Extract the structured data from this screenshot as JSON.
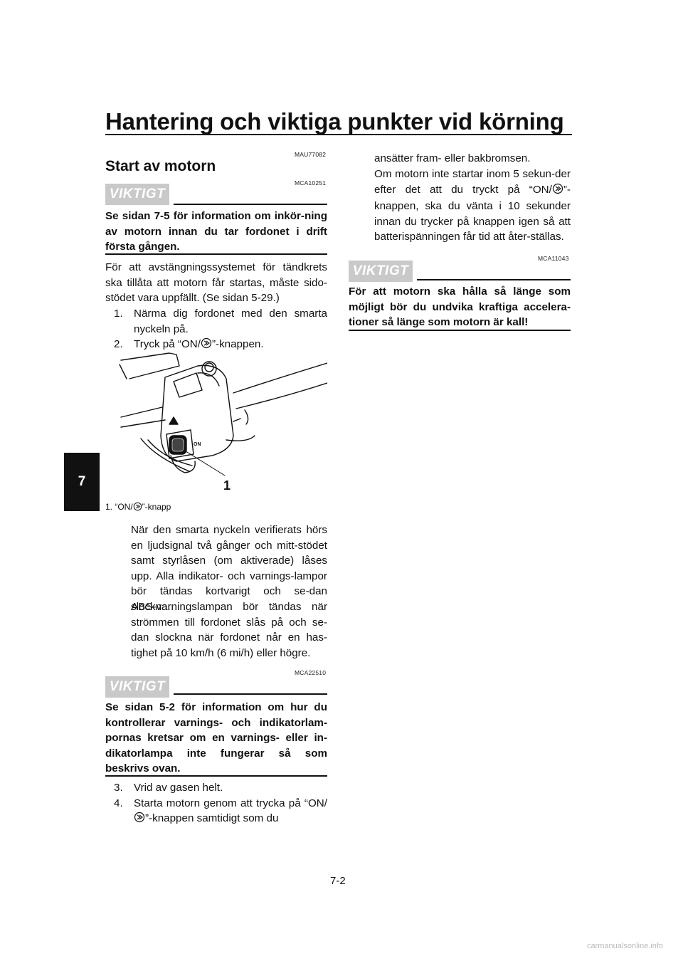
{
  "header": {
    "title": "Hantering och viktiga punkter vid körning",
    "chapter_tab": "7"
  },
  "left": {
    "code1": "MAU77082",
    "heading": "Start av motorn",
    "code2": "MCA10251",
    "notice1": {
      "badge": "VIKTIGT",
      "text": "Se sidan 7-5 för information om inkör-ning av motorn innan du tar fordonet i drift första gången."
    },
    "intro": "För att avstängningssystemet för tändkrets ska tillåta att motorn får startas, måste sido-stödet vara uppfällt. (Se sidan 5-29.)",
    "steps": [
      {
        "num": "1.",
        "text": "Närma dig fordonet med den smarta nyckeln på."
      },
      {
        "num": "2.",
        "pre": "Tryck på “ON/",
        "post": "”-knappen."
      }
    ],
    "figure": {
      "callout": "1",
      "caption_pre": "1. “ON/",
      "caption_post": "”-knapp",
      "button_label": "ON"
    },
    "para1": "När den smarta nyckeln verifierats hörs en ljudsignal två gånger och mitt-stödet samt styrlåsen (om aktiverade) låses upp. Alla indikator- och varnings-lampor bör tändas kortvarigt och se-dan slockna.",
    "para2": "ABS-varningslampan bör tändas när strömmen till fordonet slås på och se-dan slockna när fordonet når en has-tighet på 10 km/h (6 mi/h) eller högre.",
    "code3": "MCA22510",
    "notice2": {
      "badge": "VIKTIGT",
      "text": "Se sidan 5-2 för information om hur du kontrollerar varnings- och indikatorlam-pornas kretsar om en varnings- eller in-dikatorlampa inte fungerar så som beskrivs ovan."
    },
    "step3": {
      "num": "3.",
      "text": "Vrid av gasen helt."
    },
    "step4": {
      "num": "4.",
      "pre": "Starta motorn genom att trycka på “ON/",
      "post": "”-knappen samtidigt som du"
    }
  },
  "right": {
    "cont": "ansätter fram- eller bakbromsen.",
    "para": "Om motorn inte startar inom 5 sekun-der efter det att du tryckt på “ON/",
    "para_post": "”-knappen, ska du vänta i 10 sekunder innan du trycker på knappen igen så att batterispänningen får tid att åter-ställas.",
    "code": "MCA11043",
    "notice": {
      "badge": "VIKTIGT",
      "text": "För att motorn ska hålla så länge som möjligt bör du undvika kraftiga accelera-tioner så länge som motorn är kall!"
    }
  },
  "page_number": "7-2",
  "watermark": "carmanualsonline.info"
}
